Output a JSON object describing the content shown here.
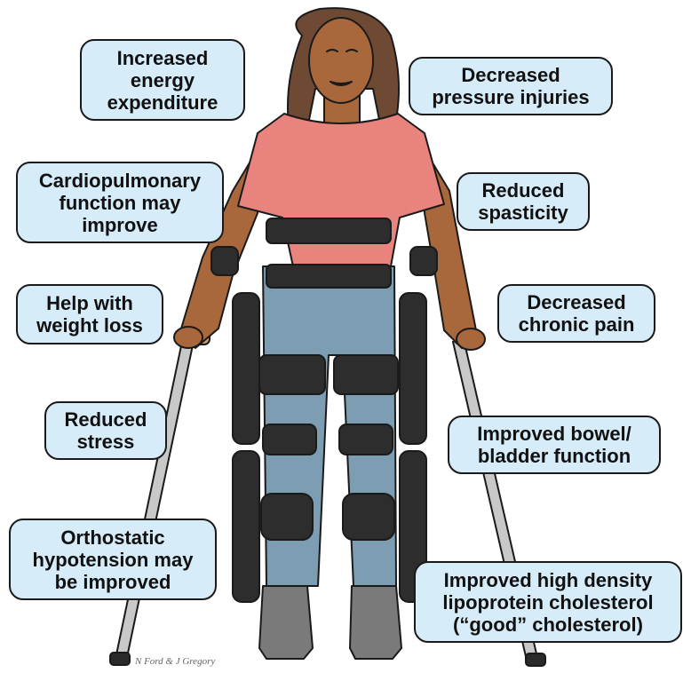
{
  "callouts": {
    "energy": "Increased\nenergy\nexpenditure",
    "pressure": "Decreased\npressure injuries",
    "cardio": "Cardiopulmonary\nfunction may\nimprove",
    "spasticity": "Reduced\nspasticity",
    "weight": "Help with\nweight loss",
    "pain": "Decreased\nchronic pain",
    "stress": "Reduced\nstress",
    "bowel": "Improved bowel/\nbladder function",
    "orthostatic": "Orthostatic\nhypotension may\nbe improved",
    "hdl": "Improved high density\nlipoprotein cholesterol\n(“good” cholesterol)"
  },
  "credit": "N Ford & J Gregory",
  "colors": {
    "callout_fill": "#d6edf9",
    "shirt": "#e8837d",
    "skin": "#a8683c",
    "jeans": "#7d9db2",
    "exoskeleton": "#2d2d2d",
    "hair": "#6e4a34",
    "crutch": "#c8c8c8",
    "shoe": "#7a7a7a"
  }
}
